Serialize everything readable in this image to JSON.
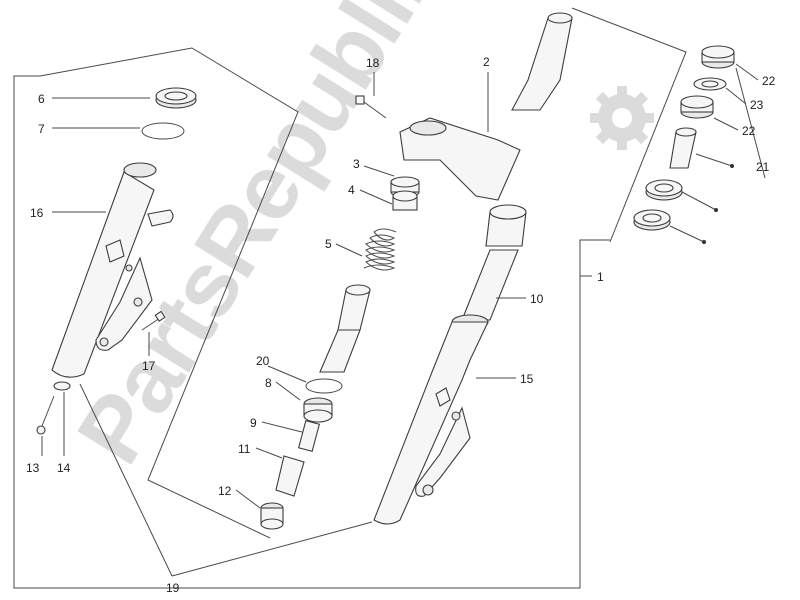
{
  "diagram": {
    "type": "exploded-parts-diagram",
    "callouts": [
      "1",
      "2",
      "3",
      "4",
      "5",
      "6",
      "7",
      "8",
      "9",
      "10",
      "11",
      "12",
      "13",
      "14",
      "15",
      "16",
      "17",
      "18",
      "19",
      "20",
      "21",
      "22",
      "22",
      "23"
    ],
    "watermark": {
      "text": "PartsRepublik",
      "logo_icon": "gear-icon"
    },
    "colors": {
      "line": "#4a4a4a",
      "part_fill": "#f6f6f6",
      "watermark": "#d7d7d7"
    }
  }
}
